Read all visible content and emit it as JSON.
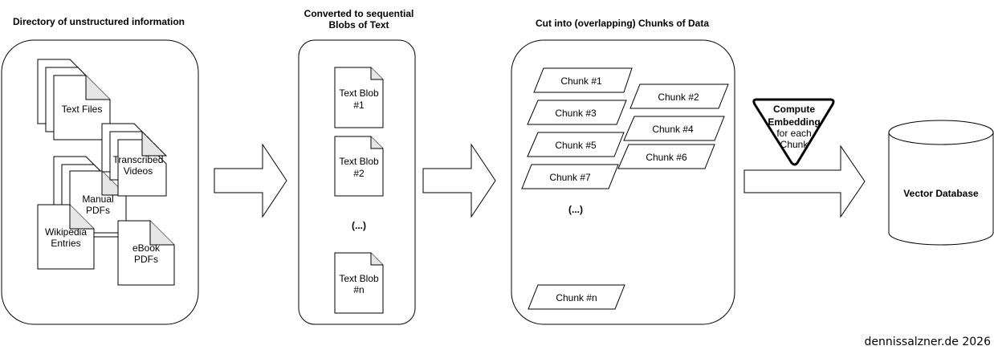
{
  "headers": {
    "directory": "Directory of unstructured information",
    "converted_line1": "Converted to sequential",
    "converted_line2": "Blobs of Text",
    "chunks": "Cut into (overlapping) Chunks of Data"
  },
  "files": {
    "text_files": "Text Files",
    "transcribed_line1": "Transcribed",
    "transcribed_line2": "Videos",
    "manual_line1": "Manual",
    "manual_line2": "PDFs",
    "wikipedia_line1": "Wikipedia",
    "wikipedia_line2": "Entries",
    "ebook_line1": "eBook",
    "ebook_line2": "PDFs"
  },
  "blobs": {
    "blob1_line1": "Text Blob",
    "blob1_line2": "#1",
    "blob2_line1": "Text Blob",
    "blob2_line2": "#2",
    "ellipsis": "(...)",
    "blobn_line1": "Text Blob",
    "blobn_line2": "#n"
  },
  "chunks": {
    "c1": "Chunk #1",
    "c2": "Chunk #2",
    "c3": "Chunk #3",
    "c4": "Chunk #4",
    "c5": "Chunk #5",
    "c6": "Chunk #6",
    "c7": "Chunk #7",
    "ellipsis": "(...)",
    "cn": "Chunk #n"
  },
  "embedding": {
    "line1": "Compute",
    "line2": "Embedding",
    "line3": "for each",
    "line4": "Chunk"
  },
  "database": {
    "label": "Vector Database"
  },
  "credit": "dennissalzner.de 2026"
}
